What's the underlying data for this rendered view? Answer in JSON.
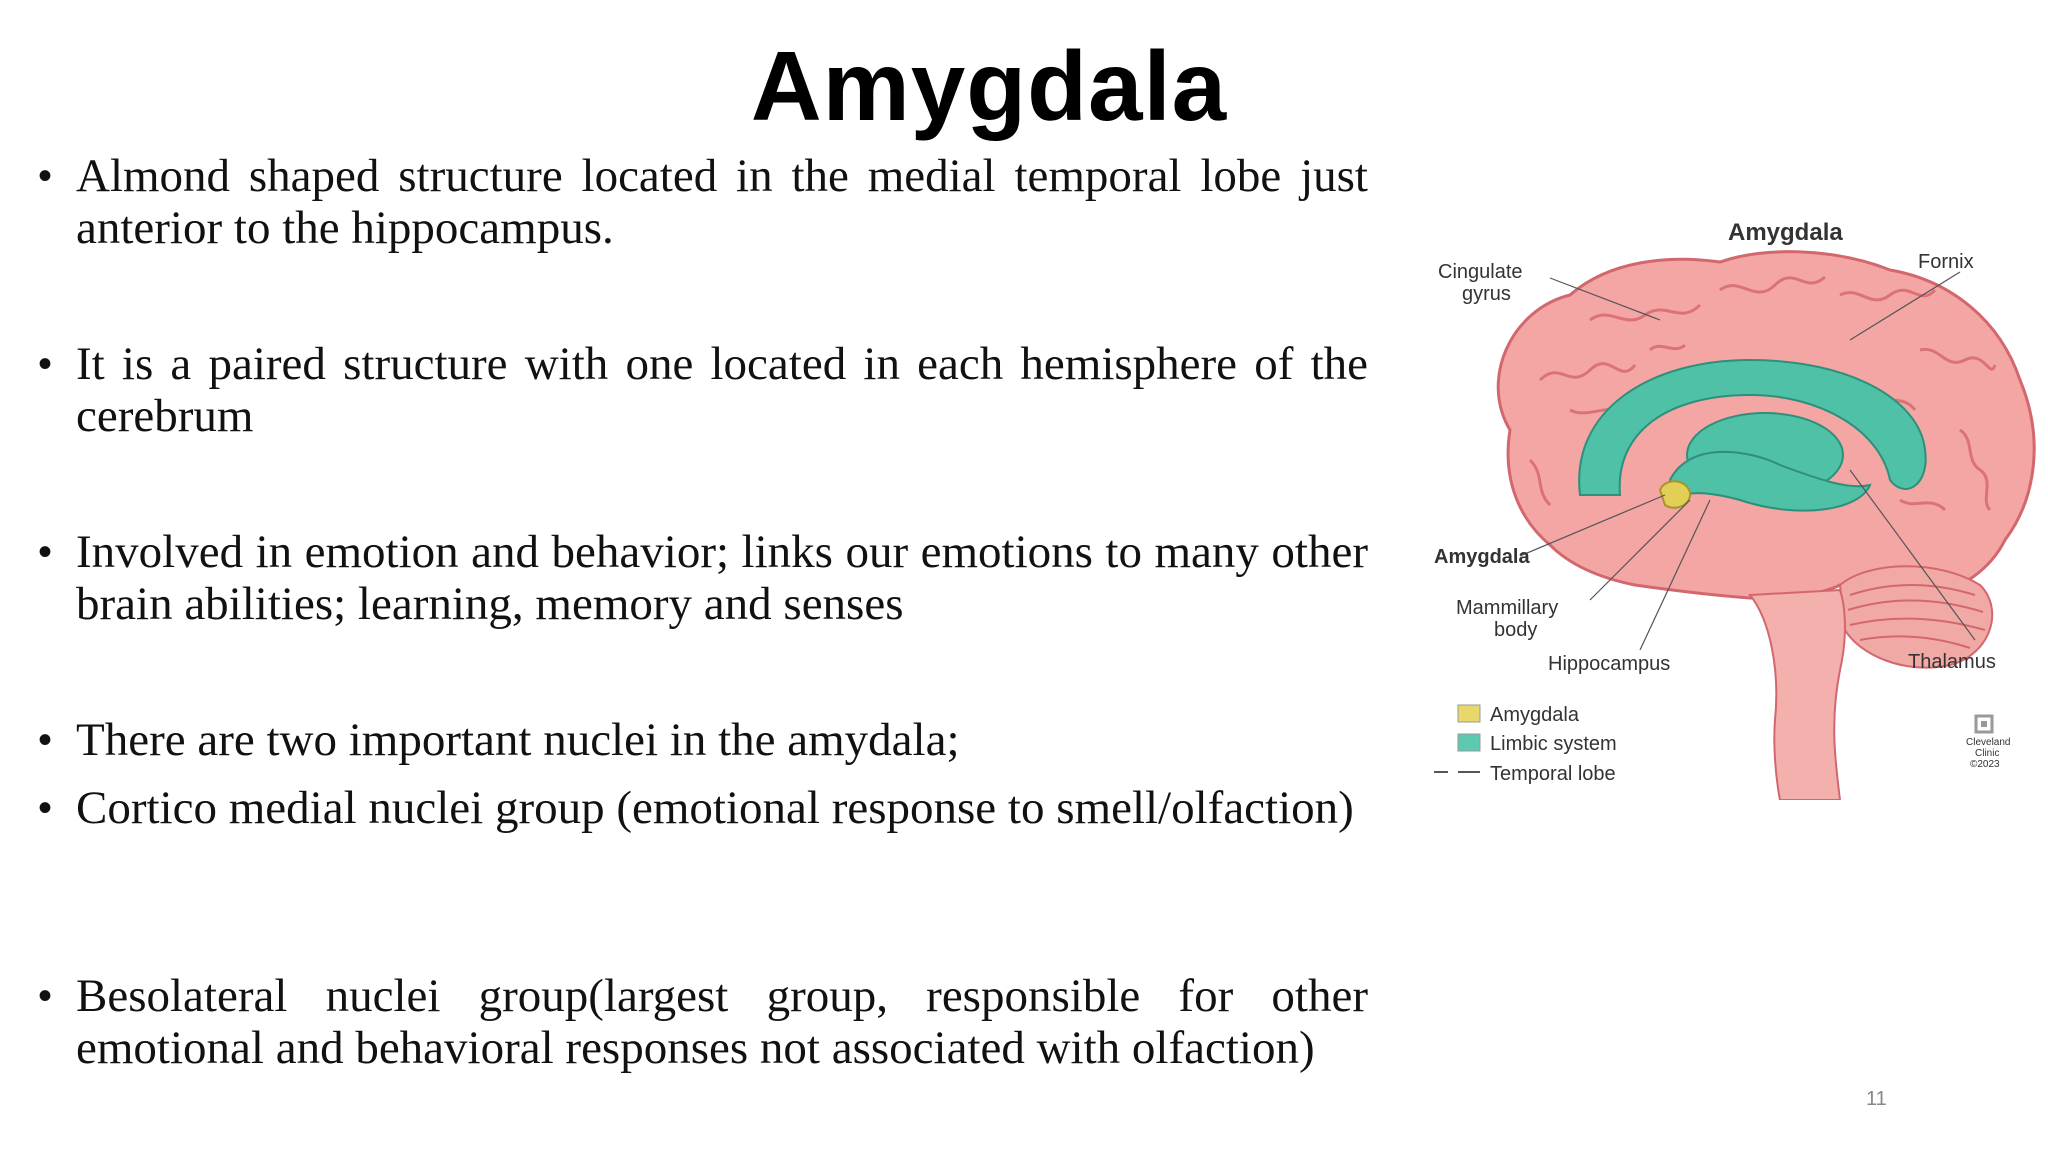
{
  "slide": {
    "title": "Amygdala",
    "page_number": "11"
  },
  "bullets": [
    {
      "text": "Almond shaped structure located in the medial temporal lobe just anterior to the hippocampus."
    },
    {
      "text": "It is a paired structure with one located in each hemisphere of the cerebrum"
    },
    {
      "text": "Involved in emotion and behavior; links our emotions to many other brain abilities; learning, memory and senses"
    },
    {
      "text": "There are two important nuclei in the amydala;"
    },
    {
      "text": "Cortico medial nuclei group (emotional response to smell/olfaction)"
    },
    {
      "text": "Besolateral nuclei group(largest group, responsible for other emotional and behavioral responses not associated with olfaction)"
    }
  ],
  "figure": {
    "title": "Amygdala",
    "labels": {
      "cingulate": "Cingulate",
      "gyrus": "gyrus",
      "fornix": "Fornix",
      "amygdala": "Amygdala",
      "mammillary": "Mammillary",
      "body": "body",
      "hippocampus": "Hippocampus",
      "thalamus": "Thalamus"
    },
    "legend": [
      {
        "label": "Amygdala",
        "color": "#e8d86a"
      },
      {
        "label": "Limbic system",
        "color": "#5cc9b0"
      },
      {
        "label": "Temporal lobe",
        "color": "#555555"
      }
    ],
    "credit": [
      "Cleveland",
      "Clinic",
      "©2023"
    ],
    "colors": {
      "brain": "#f0a0a0",
      "brain_dark": "#d86a72",
      "limbic": "#4fc1a6",
      "amygdala": "#e3cf55"
    }
  }
}
